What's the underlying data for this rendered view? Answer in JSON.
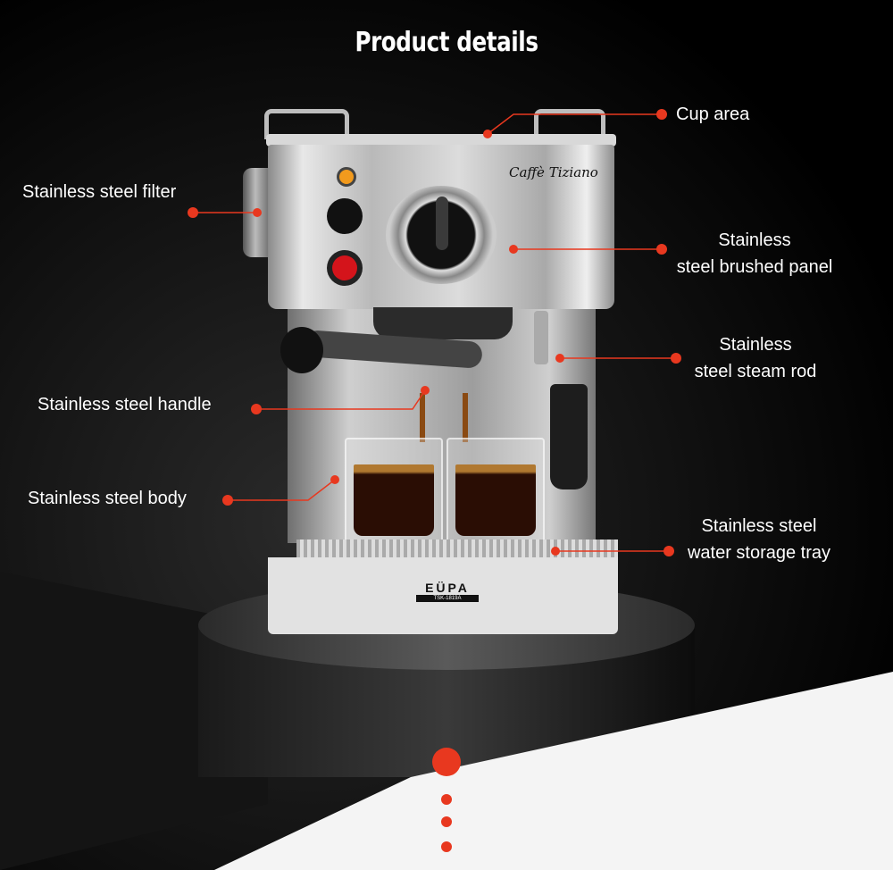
{
  "title": "Product details",
  "labels": {
    "cup_area": "Cup area",
    "filter": "Stainless steel filter",
    "panel_line1": "Stainless",
    "panel_line2": "steel brushed panel",
    "steam_line1": "Stainless",
    "steam_line2": "steel steam rod",
    "handle": "Stainless steel handle",
    "body": "Stainless steel body",
    "tray_line1": "Stainless steel",
    "tray_line2": "water storage tray"
  },
  "product_branding": {
    "brand": "EÜPA",
    "model": "TSK-1819A",
    "caffe_logo": "Caffè Tiziano"
  },
  "colors": {
    "accent": "#e8381f",
    "background": "#000000",
    "text": "#ffffff"
  }
}
